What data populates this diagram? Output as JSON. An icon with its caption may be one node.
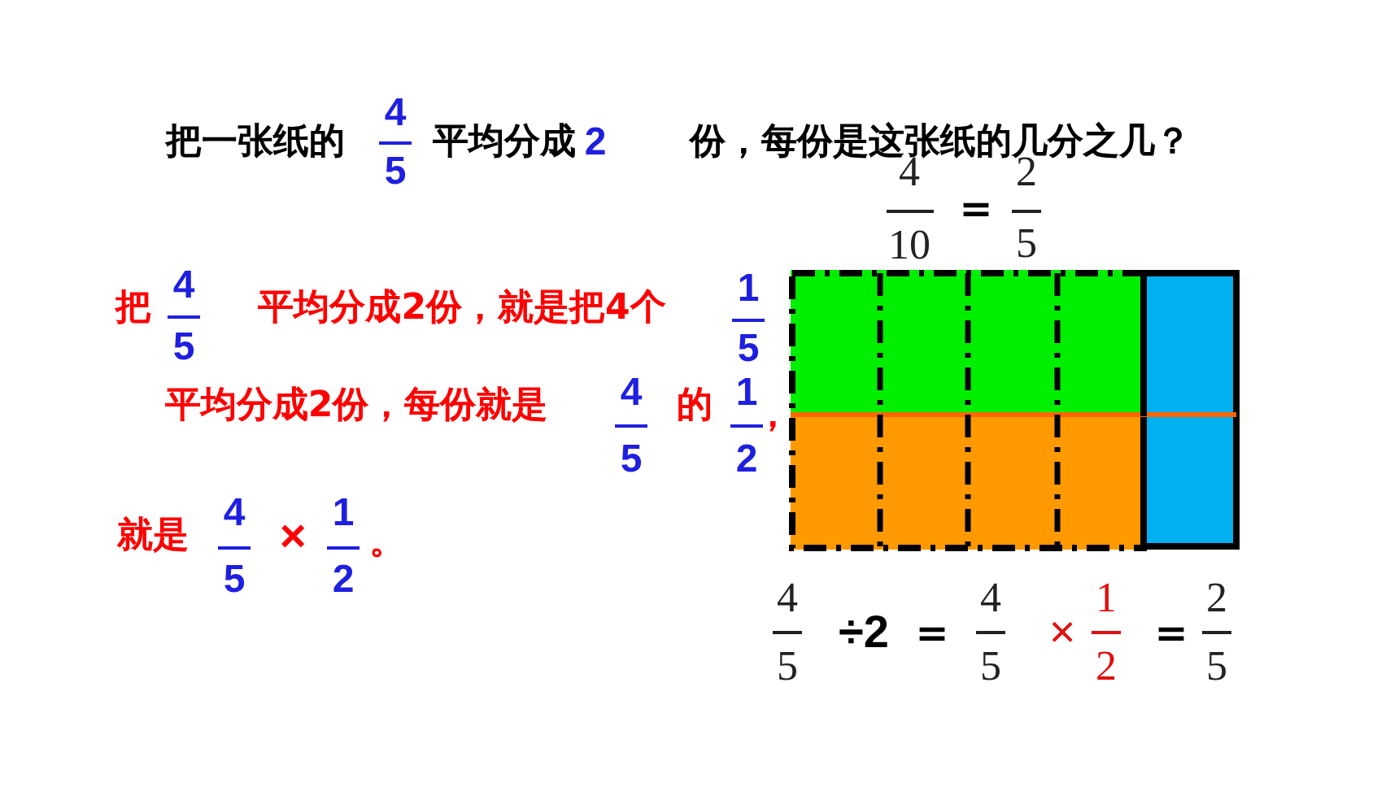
{
  "diagram": {
    "labels": [
      "把一张纸的",
      "4",
      "5",
      "平均分成",
      "2",
      "份，每份是这张纸的几分之几？",
      "4",
      "10",
      "＝",
      "2",
      "5",
      "把",
      "4",
      "5",
      "平均分成2份，就是把4个",
      "1",
      "5",
      "平均分成2份，每份就是",
      "4",
      "5",
      "的",
      "1",
      "2",
      "，",
      "就是",
      "4",
      "5",
      "×",
      "1",
      "2",
      "。",
      "4",
      "5",
      "÷2",
      "＝",
      "4",
      "5",
      "×",
      "1",
      "2",
      "＝",
      "2",
      "5"
    ]
  }
}
